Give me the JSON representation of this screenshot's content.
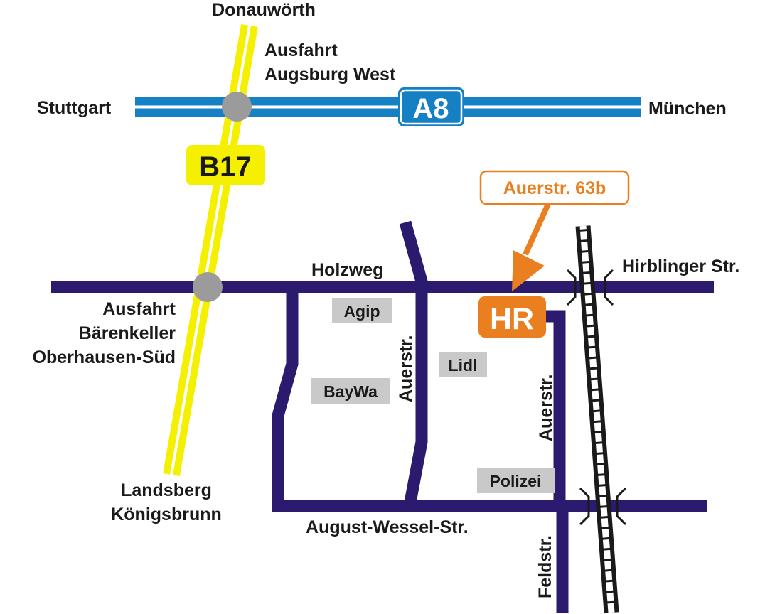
{
  "colors": {
    "street": "#2b1a6e",
    "motorway": "#1580c4",
    "federal_road": "#f5f000",
    "railway": "#1a1a1a",
    "junction": "#9b9b9b",
    "poi_background": "#c9c9c9",
    "company": "#e97f1e",
    "text": "#1a1a1a"
  },
  "motorway": {
    "shield": "A8",
    "west_destination": "Stuttgart",
    "east_destination": "München"
  },
  "federal_road": {
    "shield": "B17",
    "north_destination": "Donauwörth",
    "south_destination_line1": "Landsberg",
    "south_destination_line2": "Königsbrunn"
  },
  "exits": {
    "north_line1": "Ausfahrt",
    "north_line2": "Augsburg West",
    "south_line1": "Ausfahrt",
    "south_line2": "Bärenkeller",
    "south_line3": "Oberhausen-Süd"
  },
  "streets": {
    "holzweg": "Holzweg",
    "hirblinger": "Hirblinger Str.",
    "auerstr_west": "Auerstr.",
    "auerstr_east": "Auerstr.",
    "august_wessel": "August-Wessel-Str.",
    "feldstr": "Feldstr."
  },
  "pois": {
    "agip": "Agip",
    "baywa": "BayWa",
    "lidl": "Lidl",
    "polizei": "Polizei"
  },
  "destination": {
    "marker": "HR",
    "address": "Auerstr. 63b"
  }
}
